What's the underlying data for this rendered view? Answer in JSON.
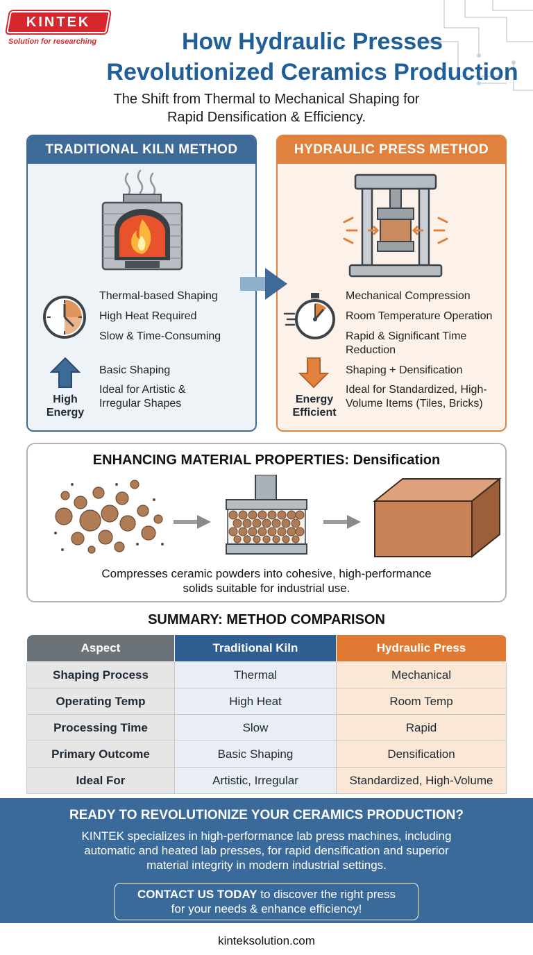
{
  "brand": {
    "logo_text": "KINTEK",
    "tagline": "Solution for researching"
  },
  "header": {
    "title_line1": "How Hydraulic Presses",
    "title_line2": "Revolutionized Ceramics Production",
    "subtitle_line1": "The Shift from Thermal to Mechanical Shaping for",
    "subtitle_line2": "Rapid Densification & Efficiency."
  },
  "kiln": {
    "heading": "TRADITIONAL KILN METHOD",
    "features": [
      "Thermal-based Shaping",
      "High Heat Required",
      "Slow & Time-Consuming",
      "Basic Shaping",
      "Ideal for Artistic & Irregular Shapes"
    ],
    "badge_line1": "High",
    "badge_line2": "Energy"
  },
  "press": {
    "heading": "HYDRAULIC PRESS METHOD",
    "features": [
      "Mechanical Compression",
      "Room Temperature Operation",
      "Rapid & Significant Time Reduction",
      "Shaping + Densification",
      "Ideal for Standardized, High-Volume Items (Tiles, Bricks)"
    ],
    "badge_line1": "Energy",
    "badge_line2": "Efficient"
  },
  "densification": {
    "title": "ENHANCING MATERIAL PROPERTIES: Densification",
    "caption_line1": "Compresses ceramic powders into cohesive, high-performance",
    "caption_line2": "solids suitable for industrial use."
  },
  "summary": {
    "title": "SUMMARY: METHOD COMPARISON",
    "headers": [
      "Aspect",
      "Traditional Kiln",
      "Hydraulic Press"
    ],
    "rows": [
      [
        "Shaping Process",
        "Thermal",
        "Mechanical"
      ],
      [
        "Operating Temp",
        "High Heat",
        "Room Temp"
      ],
      [
        "Processing Time",
        "Slow",
        "Rapid"
      ],
      [
        "Primary Outcome",
        "Basic Shaping",
        "Densification"
      ],
      [
        "Ideal For",
        "Artistic, Irregular",
        "Standardized, High-Volume"
      ]
    ]
  },
  "cta": {
    "title": "READY TO REVOLUTIONIZE YOUR CERAMICS PRODUCTION?",
    "body_line1": "KINTEK specializes in high-performance lab press machines, including",
    "body_line2": "automatic and heated lab presses, for rapid densification and superior",
    "body_line3": "material integrity in modern industrial settings.",
    "button_bold": "CONTACT US TODAY",
    "button_rest1": " to discover the right press",
    "button_line2": "for your needs & enhance efficiency!"
  },
  "footer": {
    "url": "kinteksolution.com"
  },
  "colors": {
    "blue": "#3e6a98",
    "orange": "#e0823d",
    "title_blue": "#1f5e96",
    "brand_red": "#d7262e"
  }
}
